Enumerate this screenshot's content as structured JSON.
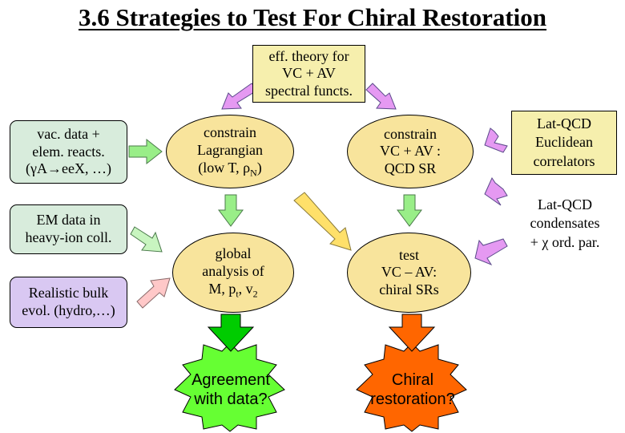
{
  "title": "3.6 Strategies to Test For Chiral Restoration",
  "top_box": {
    "line1": "eff. theory for",
    "line2": "VC + AV",
    "line3": "spectral functs."
  },
  "left_box1": {
    "line1": "vac. data +",
    "line2": "elem. reacts.",
    "line3": "(γA→ee",
    "line3b": "X, …)"
  },
  "left_box2": {
    "line1": "EM data in",
    "line2": "heavy-ion coll."
  },
  "left_box3": {
    "line1": "Realistic bulk",
    "line2": "evol. (hydro,…)"
  },
  "oval_lagrangian": {
    "line1": "constrain",
    "line2": "Lagrangian",
    "line3a": "(low T, ρ",
    "sub": "N",
    "line3b": ")"
  },
  "oval_qcdsr": {
    "line1": "constrain",
    "line2": "VC + AV :",
    "line3": "QCD SR"
  },
  "oval_global": {
    "line1": "global",
    "line2": "analysis of",
    "line3a": "M, p",
    "sub1": "t",
    "line3b": ", v",
    "sub2": "2"
  },
  "oval_test": {
    "line1": "test",
    "line2": "VC – AV:",
    "line3": "chiral SRs"
  },
  "right_text1": {
    "line1": "Lat-QCD",
    "line2": "Euclidean",
    "line3": "correlators"
  },
  "right_text2": {
    "line1": "Lat-QCD",
    "line2": "condensates",
    "line3": "+ χ ord. par."
  },
  "star_agreement": {
    "line1": "Agreement",
    "line2": "with data?"
  },
  "star_chiral": {
    "line1": "Chiral",
    "line2": "restoration?"
  },
  "colors": {
    "box_fill": "#f6efad",
    "oval_fill": "#f8e49c",
    "panel_green": "#d8ecdc",
    "panel_lavender": "#d9c8f2",
    "star_green": "#66ff33",
    "star_orange": "#ff6600",
    "arrow_green": "#99ee88",
    "arrow_purple": "#e599f2",
    "arrow_light_green": "#c8f5c0",
    "arrow_pink": "#ffc8c8"
  }
}
